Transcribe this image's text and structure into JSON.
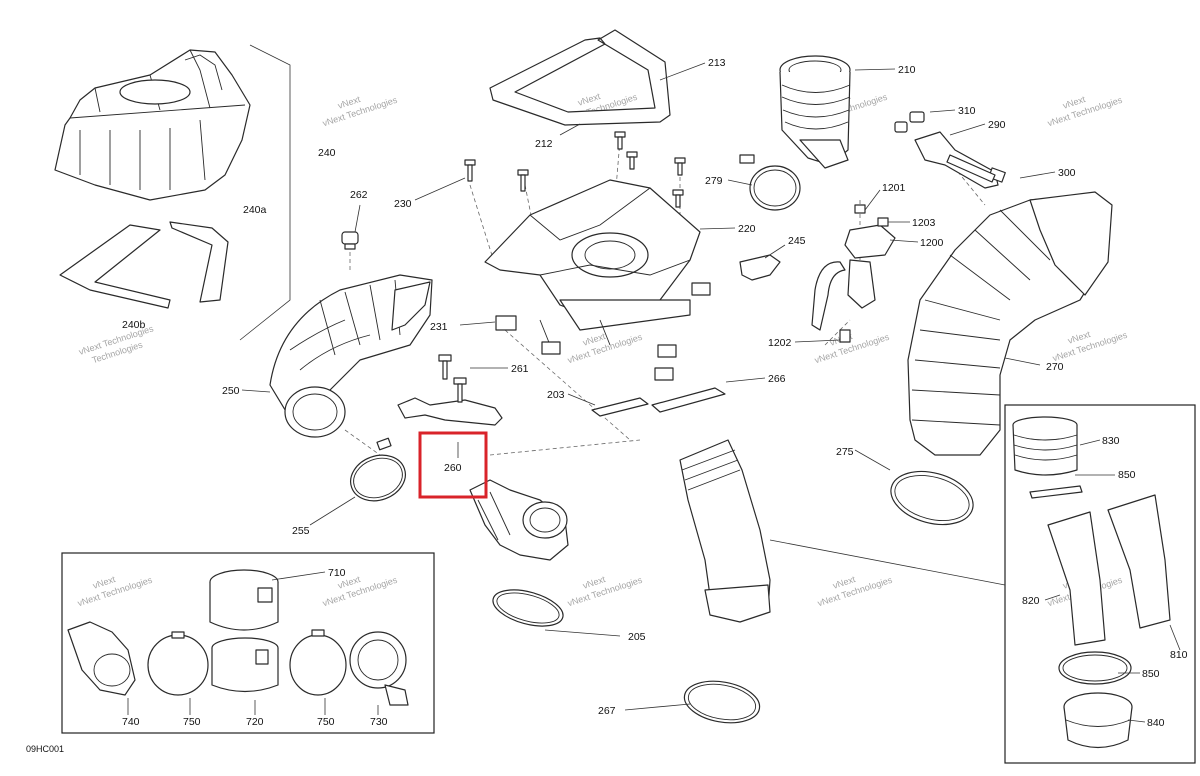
{
  "diagram_code": "09HC001",
  "watermark": {
    "line1": "vNext Technologies",
    "line2": "vNext",
    "line3": "Technologies"
  },
  "highlight": {
    "label": "260",
    "color": "#d9232a"
  },
  "callouts": [
    {
      "id": "c210",
      "label": "210"
    },
    {
      "id": "c213",
      "label": "213"
    },
    {
      "id": "c212",
      "label": "212"
    },
    {
      "id": "c240",
      "label": "240"
    },
    {
      "id": "c240a",
      "label": "240a"
    },
    {
      "id": "c240b",
      "label": "240b"
    },
    {
      "id": "c262",
      "label": "262"
    },
    {
      "id": "c230",
      "label": "230"
    },
    {
      "id": "c220",
      "label": "220"
    },
    {
      "id": "c279",
      "label": "279"
    },
    {
      "id": "c310",
      "label": "310"
    },
    {
      "id": "c290",
      "label": "290"
    },
    {
      "id": "c300",
      "label": "300"
    },
    {
      "id": "c1201",
      "label": "1201"
    },
    {
      "id": "c1203",
      "label": "1203"
    },
    {
      "id": "c1200",
      "label": "1200"
    },
    {
      "id": "c245",
      "label": "245"
    },
    {
      "id": "c231",
      "label": "231"
    },
    {
      "id": "c261",
      "label": "261"
    },
    {
      "id": "c250",
      "label": "250"
    },
    {
      "id": "c1202",
      "label": "1202"
    },
    {
      "id": "c270",
      "label": "270"
    },
    {
      "id": "c266",
      "label": "266"
    },
    {
      "id": "c203",
      "label": "203"
    },
    {
      "id": "c275",
      "label": "275"
    },
    {
      "id": "c255",
      "label": "255"
    },
    {
      "id": "c830",
      "label": "830"
    },
    {
      "id": "c850a",
      "label": "850"
    },
    {
      "id": "c710",
      "label": "710"
    },
    {
      "id": "c820",
      "label": "820"
    },
    {
      "id": "c810",
      "label": "810"
    },
    {
      "id": "c205",
      "label": "205"
    },
    {
      "id": "c850b",
      "label": "850"
    },
    {
      "id": "c267",
      "label": "267"
    },
    {
      "id": "c840",
      "label": "840"
    },
    {
      "id": "c740",
      "label": "740"
    },
    {
      "id": "c750a",
      "label": "750"
    },
    {
      "id": "c720",
      "label": "720"
    },
    {
      "id": "c750b",
      "label": "750"
    },
    {
      "id": "c730",
      "label": "730"
    }
  ]
}
